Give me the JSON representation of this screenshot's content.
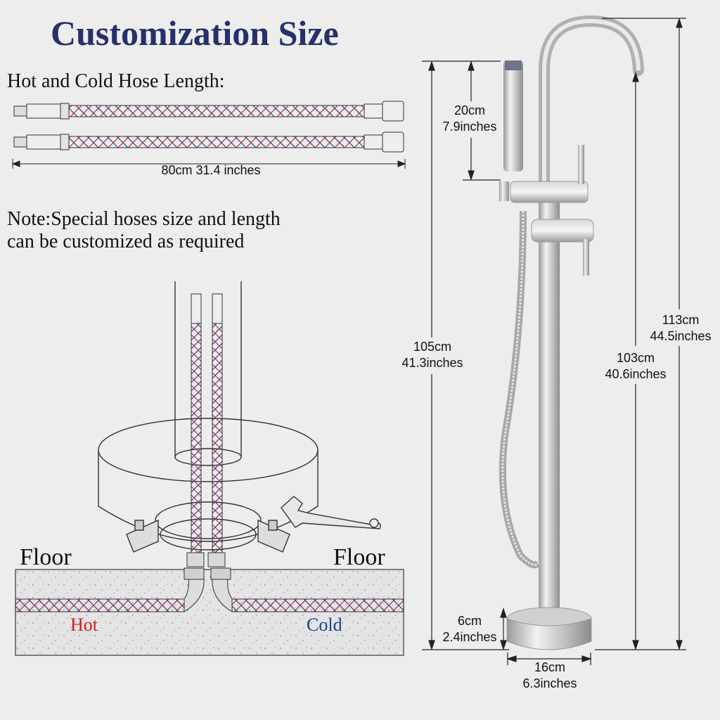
{
  "title": "Customization Size",
  "hose": {
    "heading": "Hot and Cold Hose Length:",
    "length": "80cm 31.4 inches"
  },
  "note": {
    "line1": "Note:Special hoses size and length",
    "line2": "can be customized as required"
  },
  "install": {
    "floor_left": "Floor",
    "floor_right": "Floor",
    "hot": "Hot",
    "cold": "Cold"
  },
  "colors": {
    "title": "#26306b",
    "hot": "#d42020",
    "cold": "#1c3f9c"
  },
  "dimensions": {
    "handshower": {
      "cm": "20cm",
      "in": "7.9inches"
    },
    "outlet_height": {
      "cm": "105cm",
      "in": "41.3inches"
    },
    "total_height": {
      "cm": "113cm",
      "in": "44.5inches"
    },
    "column_height": {
      "cm": "103cm",
      "in": "40.6inches"
    },
    "base_height": {
      "cm": "6cm",
      "in": "2.4inches"
    },
    "base_diameter": {
      "cm": "16cm",
      "in": "6.3inches"
    }
  }
}
